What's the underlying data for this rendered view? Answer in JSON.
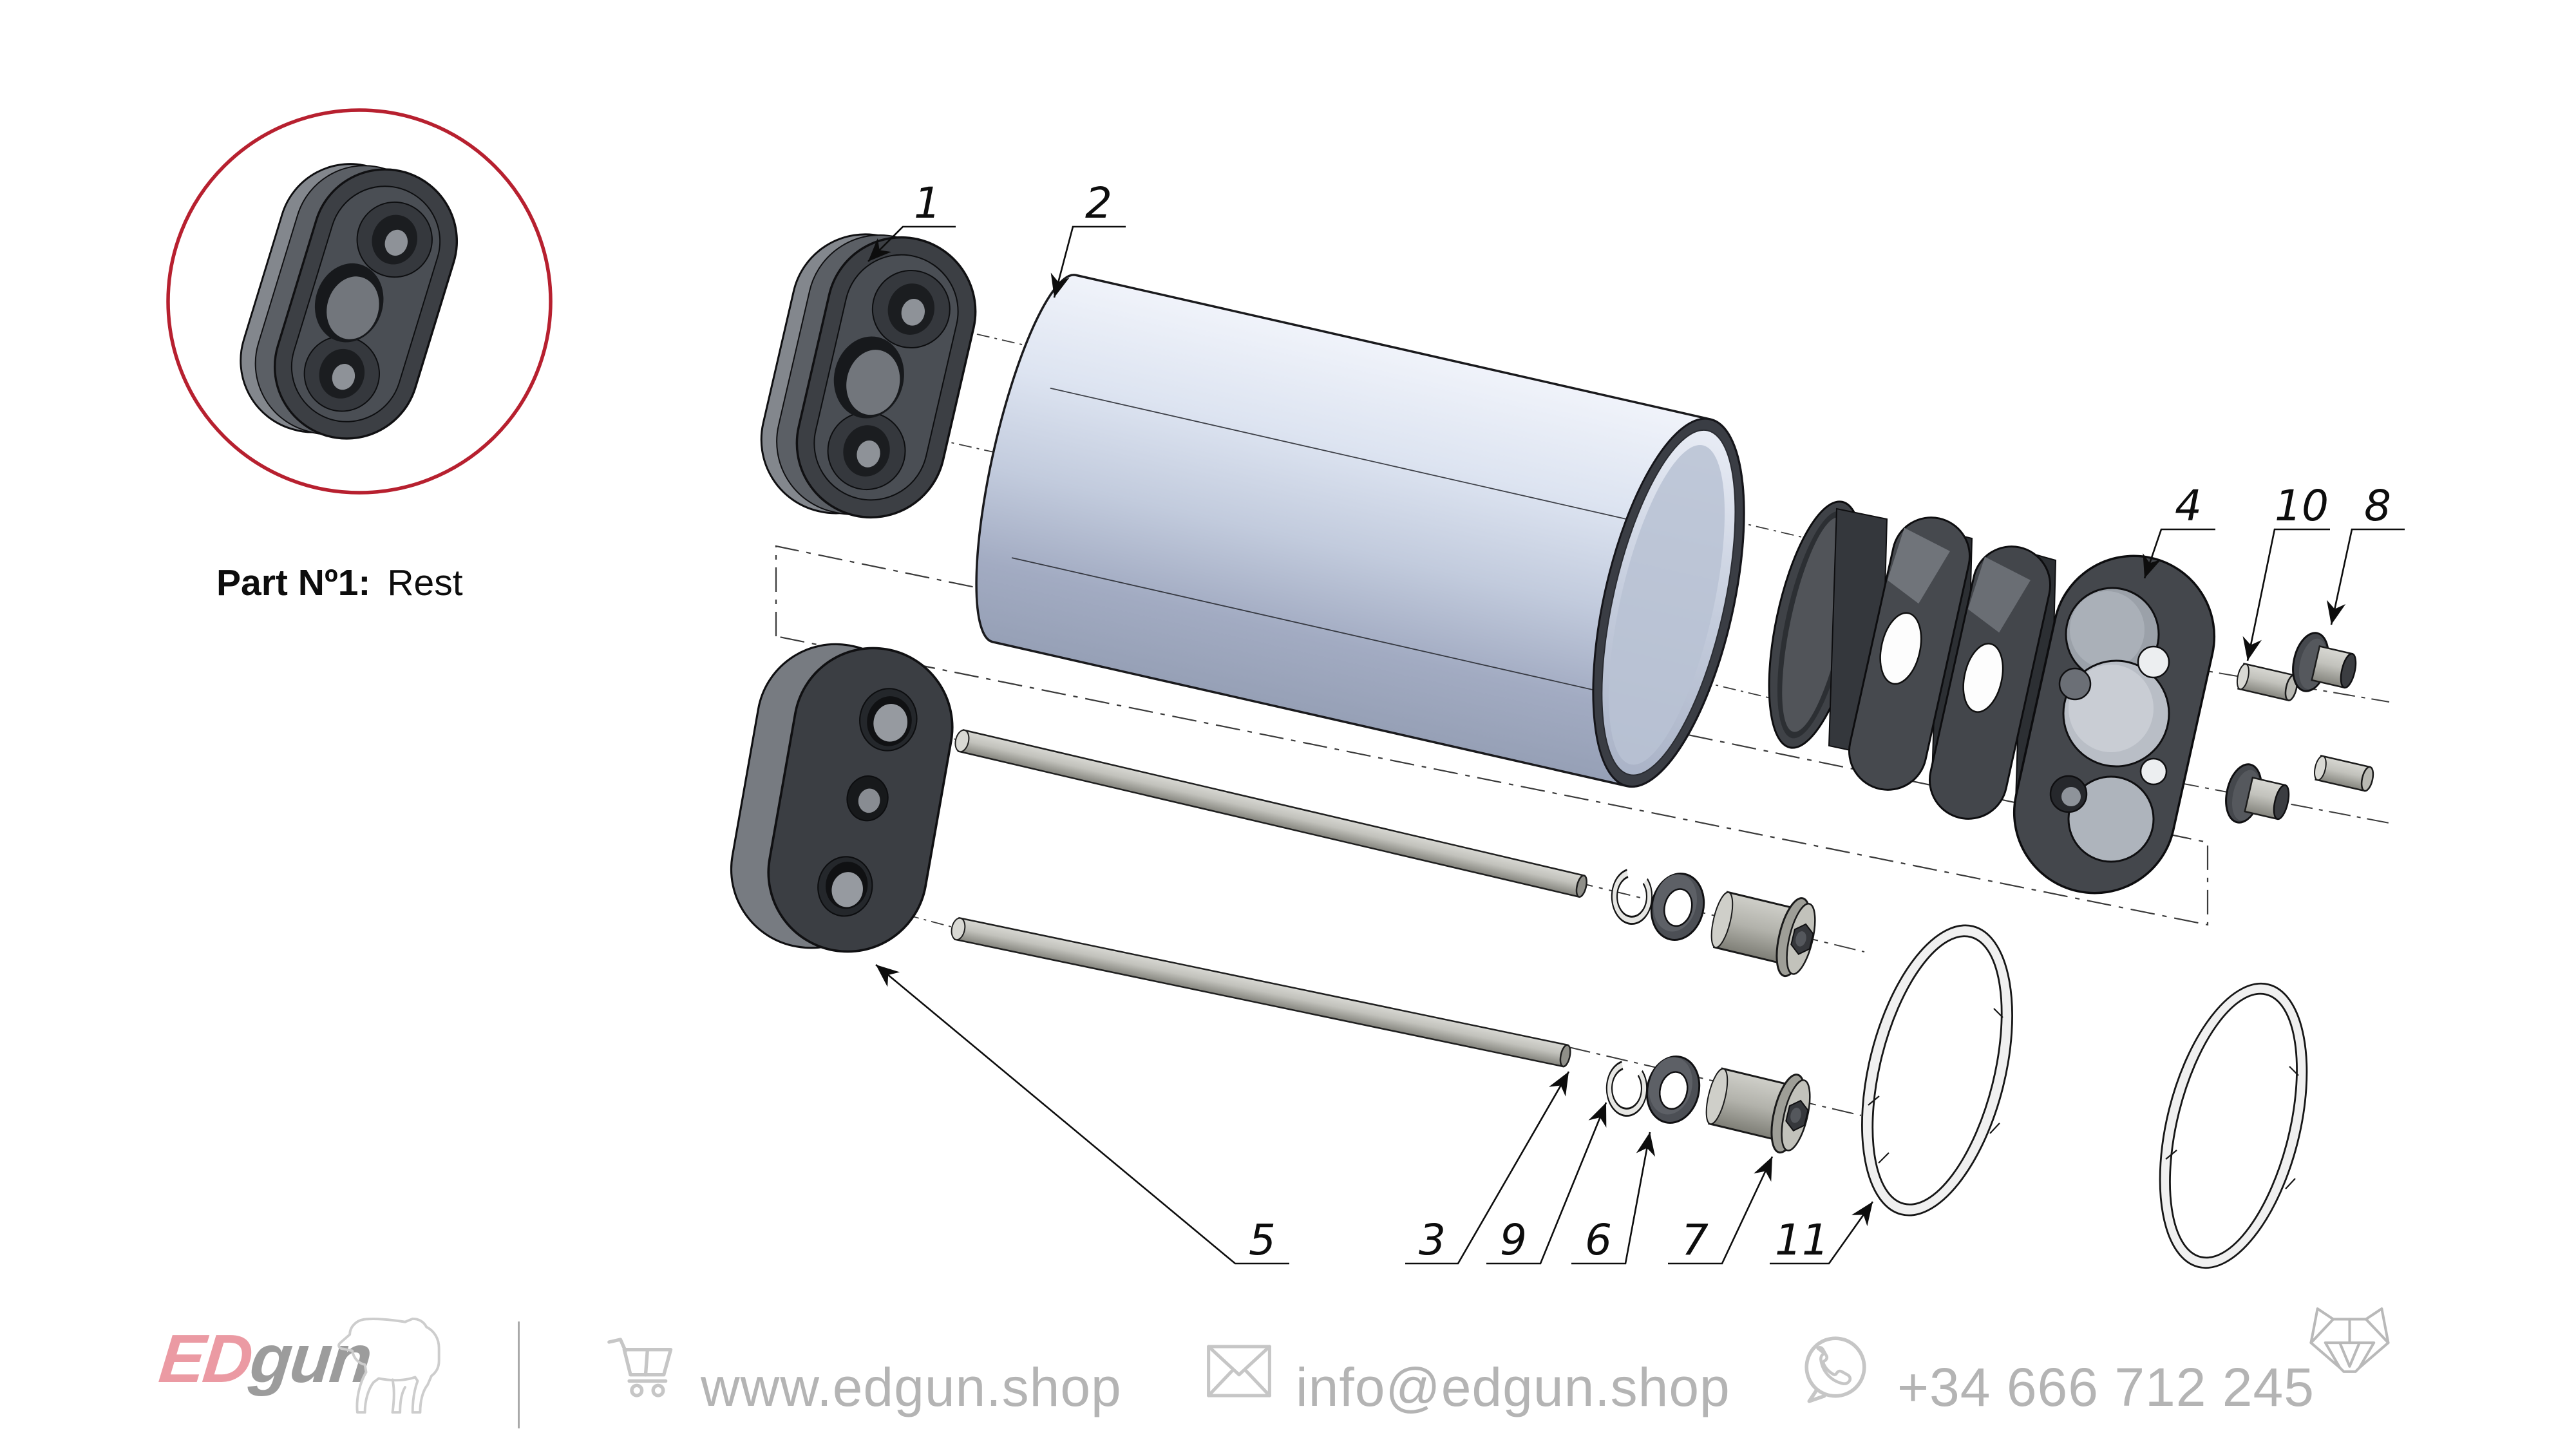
{
  "detail": {
    "caption_label": "Part Nº1:",
    "caption_value": "Rest"
  },
  "callouts": [
    {
      "label": "1"
    },
    {
      "label": "2"
    },
    {
      "label": "4"
    },
    {
      "label": "10"
    },
    {
      "label": "8"
    },
    {
      "label": "5"
    },
    {
      "label": "3"
    },
    {
      "label": "9"
    },
    {
      "label": "6"
    },
    {
      "label": "7"
    },
    {
      "label": "11"
    }
  ],
  "footer": {
    "brand_ed": "ED",
    "brand_gun": "gun",
    "website": "www.edgun.shop",
    "email": "info@edgun.shop",
    "phone": "+34 666 712 245"
  },
  "colors": {
    "accent_red": "#b7202f",
    "brand_pink": "#eb9aa3",
    "brand_gray": "#9c9c9c",
    "muted_text": "#b4b4b4",
    "icon_gray": "#c6c6c6",
    "part_dark": "#3c3f44",
    "tube_blue": "#c2cbdd"
  },
  "icons": [
    "cart-icon",
    "envelope-icon",
    "whatsapp-icon",
    "fox-logo",
    "dog-logo"
  ]
}
